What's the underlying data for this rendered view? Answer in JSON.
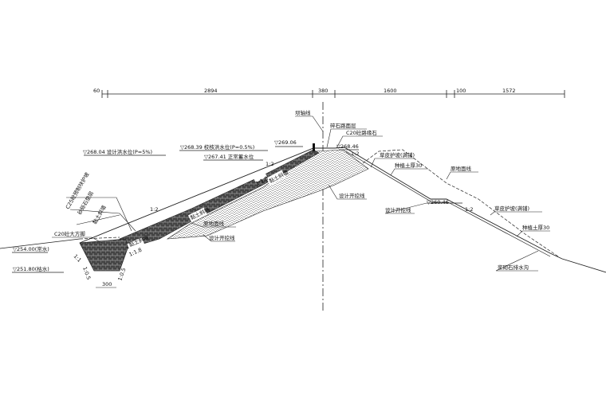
{
  "dimensions": [
    "60",
    "2894",
    "380",
    "1600",
    "100",
    "1572"
  ],
  "water_levels": {
    "design": "▽268.04 设计洪水位(P=5%)",
    "check": "▽268.39 校核洪水位(P=0.5%)",
    "normal": "▽267.41 正常蓄水位",
    "crest_wall": "▽269.06",
    "crest": "▽268.46",
    "berm": "▽260.46",
    "normal_river": "▽254.00(常水)",
    "low_river": "▽251.80(枯水)"
  },
  "labels": {
    "dam_axis": "坝轴线",
    "road_surface": "碎石路面层",
    "curb": "C20砼路缘石",
    "grass_top": "草皮护坡(满铺)",
    "topsoil_top": "种植土厚30",
    "original_ground_right": "原地面线",
    "excavation_core": "设计开挖线",
    "excavation_right": "设计开挖线",
    "grass_bottom": "草皮护坡(满铺)",
    "topsoil_bottom": "种植土厚30",
    "drain": "浆砌石排水沟",
    "precast": "C25砼预制块护坡",
    "gravel": "砂砾石垫层",
    "clay_label_left": "黏土斜墙",
    "toe": "C20砼大方脚",
    "clay_1": "黏土斜墙",
    "clay_2": "黏土斜墙",
    "clay_3": "黏土斜墙",
    "original_ground_mid": "原地面线",
    "excavation_left": "设计开挖线",
    "toe_width": "300"
  },
  "slopes": {
    "upstream_top": "1:2",
    "upstream_mid": "1:2",
    "downstream_top": "1:2",
    "downstream_bottom": "1:2",
    "core_1": "1:1.8",
    "core_2": "1:1.8",
    "toe_left": "1:1",
    "toe_l": "1:0.5",
    "toe_r": "1:0.5"
  }
}
